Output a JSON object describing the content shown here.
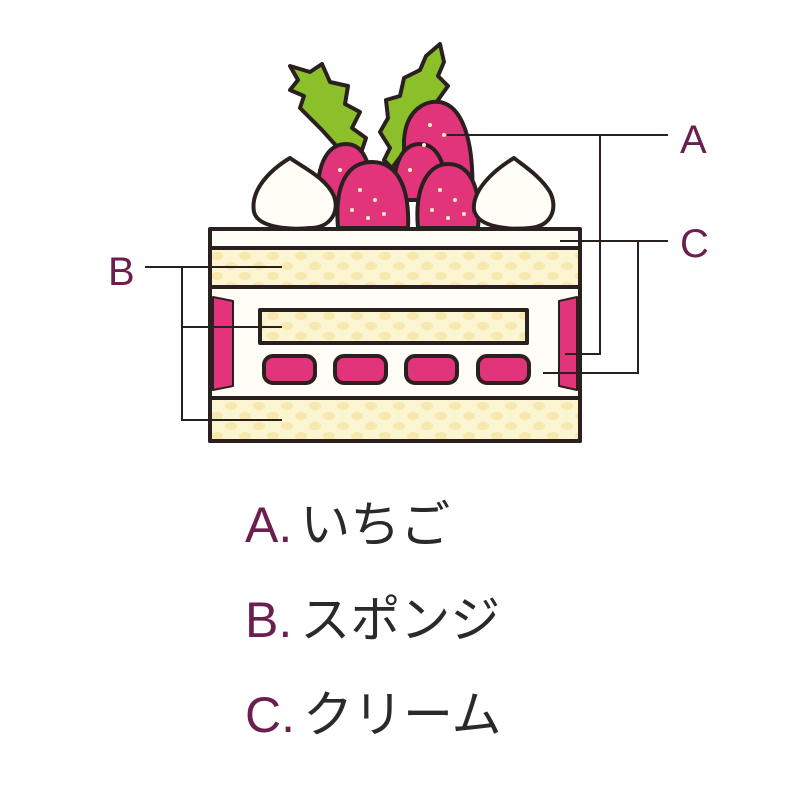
{
  "callouts": {
    "a": "A",
    "b": "B",
    "c": "C"
  },
  "legend": [
    {
      "key": "A.",
      "text": "いちご"
    },
    {
      "key": "B.",
      "text": "スポンジ"
    },
    {
      "key": "C.",
      "text": "クリーム"
    }
  ],
  "colors": {
    "outline": "#2b2020",
    "strawberry": "#e2347a",
    "leaf": "#8cc02a",
    "sponge": "#fcf5d2",
    "cream": "#fffdf6",
    "label": "#6b1f4f"
  }
}
